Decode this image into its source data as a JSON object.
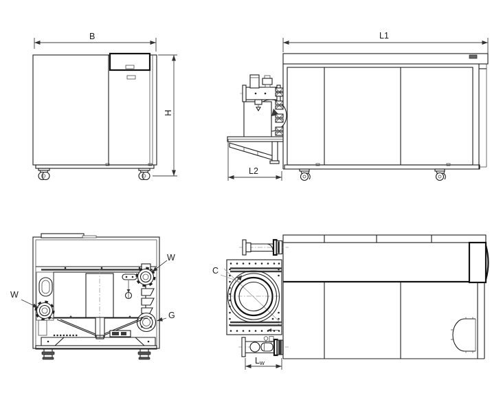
{
  "drawing": {
    "background_color": "#ffffff",
    "outline_color": "#1d1d1d",
    "dimension_color": "#3c3c3c",
    "centerline_color": "#9a9a9a",
    "views": {
      "front": {
        "dim_width": "B",
        "dim_height": "H"
      },
      "side": {
        "dim_length": "L1",
        "dim_front_depth": "L2"
      },
      "rear": {
        "port_left": "W",
        "port_right_top": "W",
        "port_right_bottom": "G"
      },
      "plan": {
        "port_center": "C",
        "dim_lw_main": "L",
        "dim_lw_sub": "w"
      }
    }
  }
}
